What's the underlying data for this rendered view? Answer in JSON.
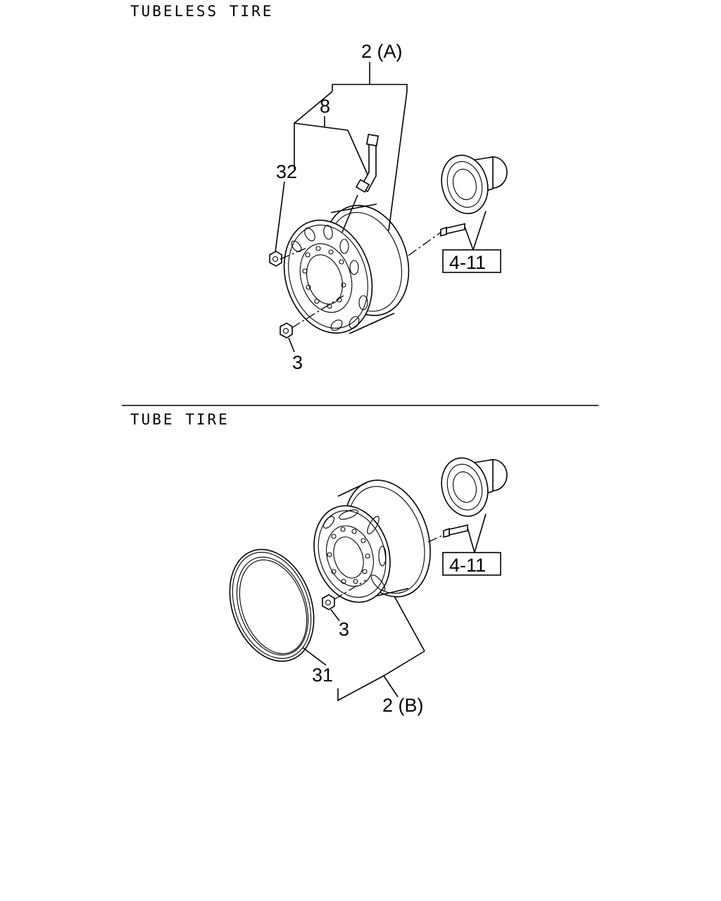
{
  "sections": {
    "tubeless": {
      "title": "TUBELESS TIRE",
      "labels": {
        "assembly": "2 (A)",
        "valve": "8",
        "cap": "32",
        "nut": "3",
        "hub_ref": "4-11"
      }
    },
    "tube": {
      "title": "TUBE TIRE",
      "labels": {
        "assembly": "2 (B)",
        "ring": "31",
        "nut": "3",
        "hub_ref": "4-11"
      }
    }
  }
}
